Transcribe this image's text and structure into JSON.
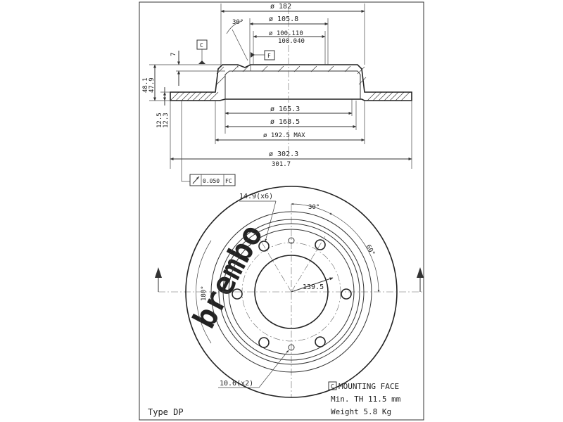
{
  "drawing": {
    "dims": {
      "d182": "ø 182",
      "angle30_top": "30°",
      "d105_8": "ø 105.8",
      "d100_110": "ø 100.110",
      "d100_040": "100.040",
      "d165_3": "ø 165.3",
      "d168_5": "ø 168.5",
      "d192_5": "ø 192.5 MAX",
      "d302_3": "ø 302.3",
      "d301_7": "301.7",
      "h7": "7",
      "h48_1": "48.1",
      "h47_9": "47.9",
      "h12_5": "12.5",
      "h12_3": "12.3",
      "tol": "0.050",
      "hole_label": "14.9(x6)",
      "angle30_bot": "30°",
      "angle60": "60°",
      "angle180": "180°",
      "pcd": "139.5",
      "small_hole": "10.6(x2)"
    },
    "datum_c": "C",
    "datum_f": "F",
    "datum_fc": "FC"
  },
  "legend": {
    "datum": "C",
    "mounting": "MOUNTING FACE",
    "min_th": "Min. TH 11.5 mm",
    "weight": "Weight  5.8 Kg"
  },
  "type_label": "Type DP",
  "watermark": "brembo"
}
